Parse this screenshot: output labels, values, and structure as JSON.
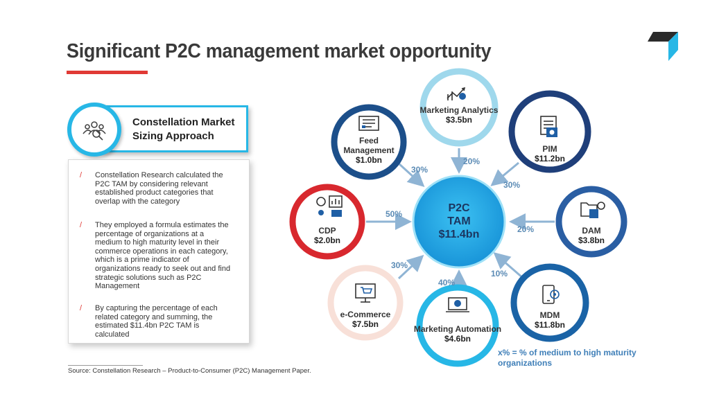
{
  "slide": {
    "title": "Significant P2C management market opportunity",
    "accent_color": "#e03a35"
  },
  "approach": {
    "title": "Constellation Market Sizing Approach",
    "icon": "people-magnifier-icon",
    "bullets": [
      "Constellation Research calculated the P2C TAM by considering relevant established product categories that overlap with the category",
      "They employed a formula estimates the percentage of organizations at a medium to high maturity level in their commerce operations in each category, which is a prime indicator of organizations ready to seek out and find strategic solutions such as P2C Management",
      "By capturing the percentage of each related category and summing, the estimated $11.4bn P2C TAM is calculated"
    ],
    "bullet_marker": "/"
  },
  "source": "Source: Constellation Research – Product-to-Consumer (P2C) Management Paper.",
  "center": {
    "line1": "P2C",
    "line2": "TAM",
    "value": "$11.4bn",
    "color": "#1e9fe0"
  },
  "categories": [
    {
      "id": "marketing-analytics",
      "name": "Marketing Analytics",
      "value": "$3.5bn",
      "pct": "20%",
      "color": "#9fd8ec",
      "icon": "chart-trend-icon"
    },
    {
      "id": "pim",
      "name": "PIM",
      "value": "$11.2bn",
      "pct": "30%",
      "color": "#1f3f7a",
      "icon": "documents-gear-icon"
    },
    {
      "id": "dam",
      "name": "DAM",
      "value": "$3.8bn",
      "pct": "20%",
      "color": "#2a5ea3",
      "icon": "folder-gear-icon"
    },
    {
      "id": "mdm",
      "name": "MDM",
      "value": "$11.8bn",
      "pct": "10%",
      "color": "#1a63a6",
      "icon": "mobile-gear-icon"
    },
    {
      "id": "marketing-automation",
      "name": "Marketing Automation",
      "value": "$4.6bn",
      "pct": "40%",
      "color": "#27b7e6",
      "icon": "laptop-gear-icon"
    },
    {
      "id": "e-commerce",
      "name": "e-Commerce",
      "value": "$7.5bn",
      "pct": "30%",
      "color": "#f8e0d8",
      "icon": "monitor-cart-icon"
    },
    {
      "id": "cdp",
      "name": "CDP",
      "value": "$2.0bn",
      "pct": "50%",
      "color": "#d8282e",
      "icon": "data-dashboard-icon"
    },
    {
      "id": "feed-management",
      "name": "Feed Management",
      "value": "$1.0bn",
      "pct": "30%",
      "color": "#1c4f8a",
      "icon": "feed-list-icon"
    }
  ],
  "legend": "x% = % of medium to high maturity organizations",
  "arrow_color": "#8fb4d4"
}
